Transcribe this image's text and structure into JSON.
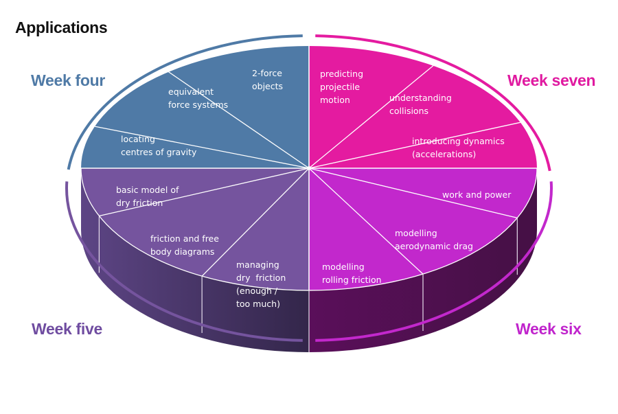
{
  "title": "Applications",
  "colors": {
    "week_four": "#4f7aa6",
    "week_five": "#75549e",
    "week_six": "#c228cc",
    "week_seven": "#e41ba0",
    "side_five": "#4a3468",
    "side_six": "#50104e",
    "divider": "#ffffff"
  },
  "weeks": [
    {
      "id": "four",
      "label": "Week four",
      "color": "#4f7aa6"
    },
    {
      "id": "seven",
      "label": "Week seven",
      "color": "#e01aa0"
    },
    {
      "id": "five",
      "label": "Week five",
      "color": "#6f4ca0"
    },
    {
      "id": "six",
      "label": "Week six",
      "color": "#c024cc"
    }
  ],
  "segments": {
    "four": [
      "2-force\nobjects",
      "equivalent\nforce systems",
      "locating\ncentres of gravity"
    ],
    "seven": [
      "predicting\nprojectile\nmotion",
      "understanding\ncollisions",
      "introducing dynamics\n(accelerations)"
    ],
    "six": [
      "work and power",
      "modelling\naerodynamic drag",
      "modelling\nrolling friction"
    ],
    "five": [
      "basic model of\ndry friction",
      "friction and free\nbody diagrams",
      "managing\ndry  friction\n(enough /\ntoo much)"
    ]
  }
}
